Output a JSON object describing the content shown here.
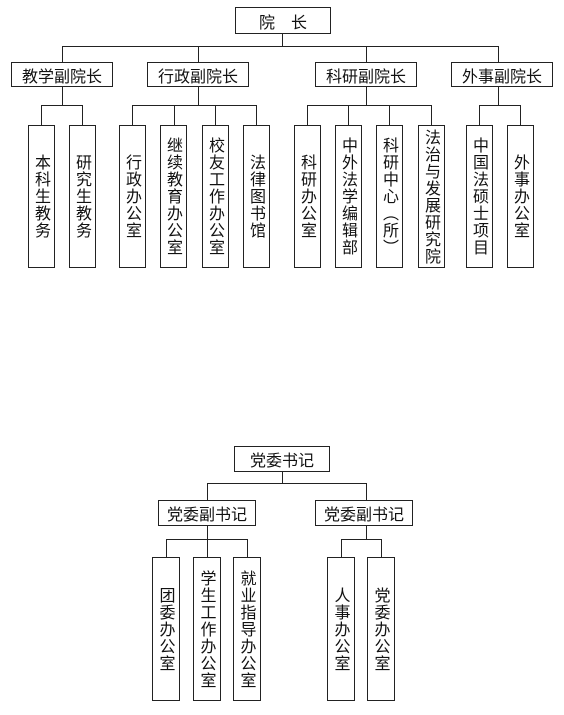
{
  "chart1": {
    "root": "院　长",
    "branches": [
      {
        "label": "教学副院长",
        "children": [
          "本科生教务",
          "研究生教务"
        ]
      },
      {
        "label": "行政副院长",
        "children": [
          "行政办公室",
          "继续教育办公室",
          "校友工作办公室",
          "法律图书馆"
        ]
      },
      {
        "label": "科研副院长",
        "children": [
          "科研办公室",
          "中外法学编辑部",
          "科研中心（所）",
          "法治与发展研究院"
        ]
      },
      {
        "label": "外事副院长",
        "children": [
          "中国法硕士项目",
          "外事办公室"
        ]
      }
    ]
  },
  "chart2": {
    "root": "党委书记",
    "branches": [
      {
        "label": "党委副书记",
        "children": [
          "团委办公室",
          "学生工作办公室",
          "就业指导办公室"
        ]
      },
      {
        "label": "党委副书记",
        "children": [
          "人事办公室",
          "党委办公室"
        ]
      }
    ]
  }
}
